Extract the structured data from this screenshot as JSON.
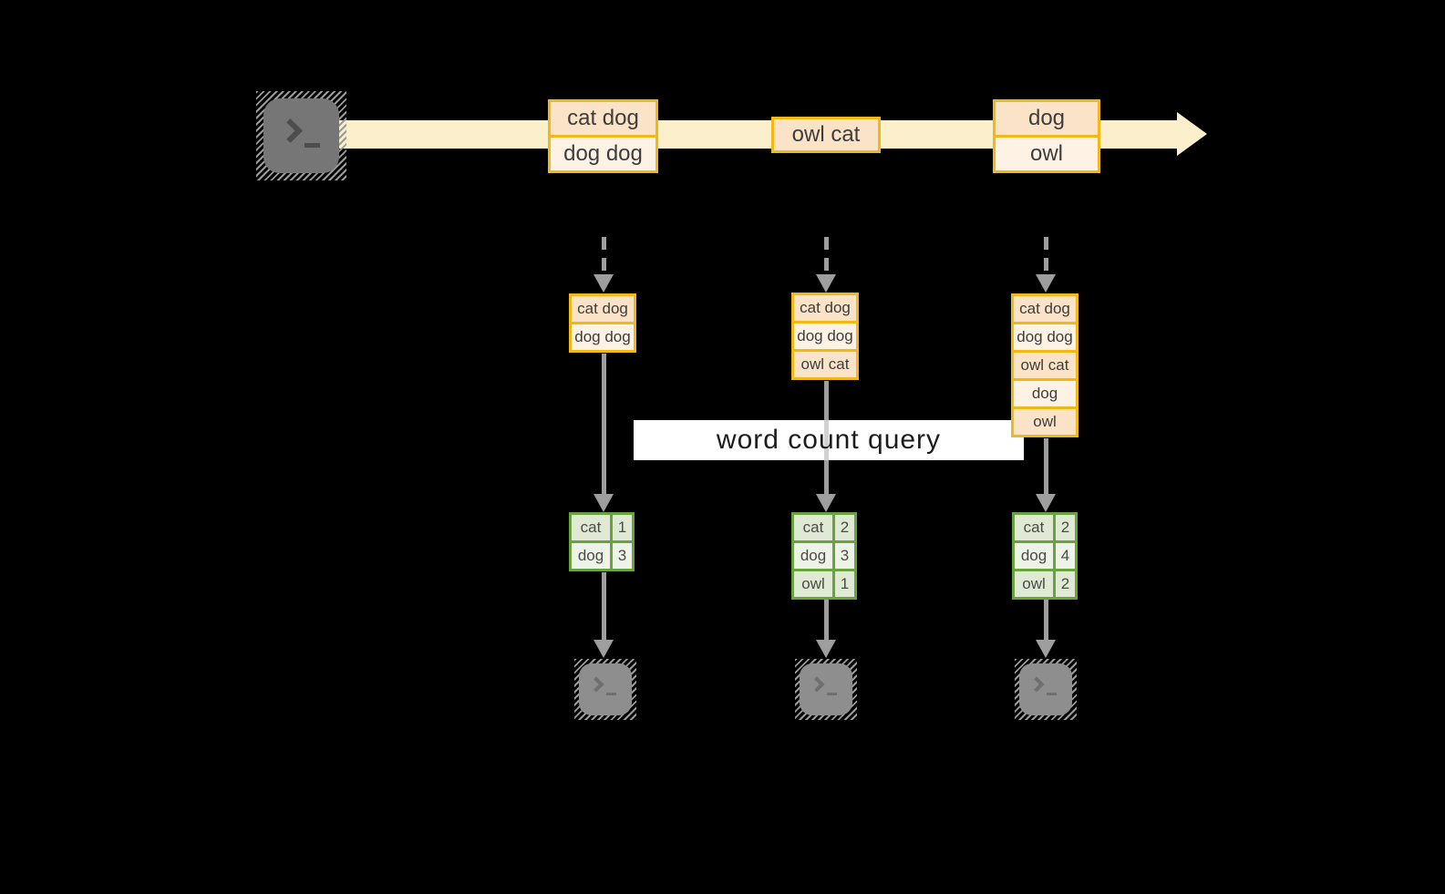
{
  "diagram": {
    "query_label": "word count query"
  },
  "stream": {
    "source_icon": "terminal-icon",
    "batches": [
      {
        "rows": [
          "cat dog",
          "dog dog"
        ]
      },
      {
        "rows": [
          "owl cat"
        ]
      },
      {
        "rows": [
          "dog",
          "owl"
        ]
      }
    ]
  },
  "columns": [
    {
      "buffer": [
        "cat dog",
        "dog dog"
      ],
      "counts": [
        {
          "word": "cat",
          "count": "1"
        },
        {
          "word": "dog",
          "count": "3"
        }
      ]
    },
    {
      "buffer": [
        "cat dog",
        "dog dog",
        "owl cat"
      ],
      "counts": [
        {
          "word": "cat",
          "count": "2"
        },
        {
          "word": "dog",
          "count": "3"
        },
        {
          "word": "owl",
          "count": "1"
        }
      ]
    },
    {
      "buffer": [
        "cat dog",
        "dog dog",
        "owl cat",
        "dog",
        "owl"
      ],
      "counts": [
        {
          "word": "cat",
          "count": "2"
        },
        {
          "word": "dog",
          "count": "4"
        },
        {
          "word": "owl",
          "count": "2"
        }
      ]
    }
  ],
  "output_icons": [
    "terminal-icon",
    "terminal-icon",
    "terminal-icon"
  ],
  "colors": {
    "background": "#000000",
    "stream_band": "#fcf0cc",
    "record_border": "#f2b816",
    "record_fill_dark": "#fbe3c7",
    "record_fill_light": "#fdf2e3",
    "table_border": "#6aa23f",
    "table_fill_dark": "#dfe9d3",
    "table_fill_light": "#eef3e7",
    "arrow_gray": "#9e9e9e",
    "terminal_gray": "#767676",
    "query_band_bg": "#ffffff"
  }
}
